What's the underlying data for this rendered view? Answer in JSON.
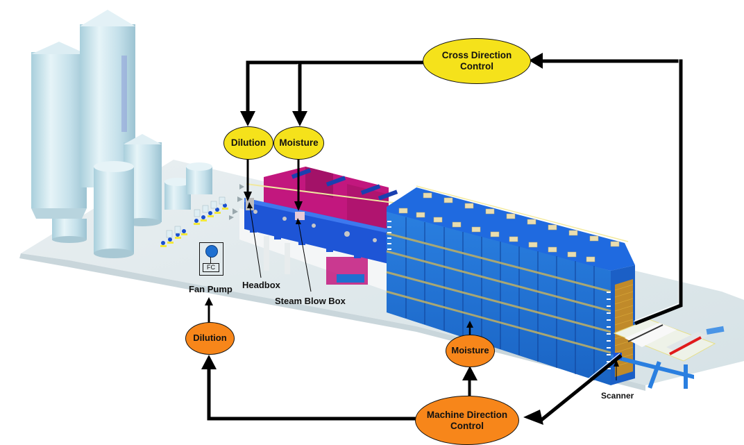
{
  "diagram": {
    "title": "Paper machine cross direction and machine direction control",
    "colors": {
      "cd_node_fill": "#f5e21b",
      "md_node_fill": "#f7861a",
      "arrow": "#000000",
      "machine_blue": "#1e6fd0",
      "machine_magenta": "#c2177e",
      "silo": "#c9e4ee",
      "floor": "#dfe8ec"
    },
    "nodes": {
      "cross_direction_control": {
        "label": "Cross Direction Control",
        "line1": "Cross Direction",
        "line2": "Control",
        "group": "cross-direction"
      },
      "cd_dilution": {
        "label": "Dilution",
        "group": "cross-direction"
      },
      "cd_moisture": {
        "label": "Moisture",
        "group": "cross-direction"
      },
      "machine_direction_control": {
        "label": "Machine Direction Control",
        "line1": "Machine Direction",
        "line2": "Control",
        "group": "machine-direction"
      },
      "md_dilution": {
        "label": "Dilution",
        "group": "machine-direction"
      },
      "md_moisture": {
        "label": "Moisture",
        "group": "machine-direction"
      }
    },
    "equipment_labels": {
      "fan_pump": "Fan Pump",
      "headbox": "Headbox",
      "steam_blow_box": "Steam Blow Box",
      "scanner": "Scanner",
      "fc_tag": "FC"
    },
    "edges": [
      {
        "from": "scanner",
        "to": "cross_direction_control"
      },
      {
        "from": "cross_direction_control",
        "to": "cd_dilution"
      },
      {
        "from": "cross_direction_control",
        "to": "cd_moisture"
      },
      {
        "from": "cd_dilution",
        "to": "headbox"
      },
      {
        "from": "cd_moisture",
        "to": "steam_blow_box"
      },
      {
        "from": "scanner",
        "to": "machine_direction_control"
      },
      {
        "from": "machine_direction_control",
        "to": "md_moisture"
      },
      {
        "from": "md_moisture",
        "to": "dryer_section"
      },
      {
        "from": "machine_direction_control",
        "to": "md_dilution"
      },
      {
        "from": "md_dilution",
        "to": "fan_pump"
      }
    ]
  }
}
